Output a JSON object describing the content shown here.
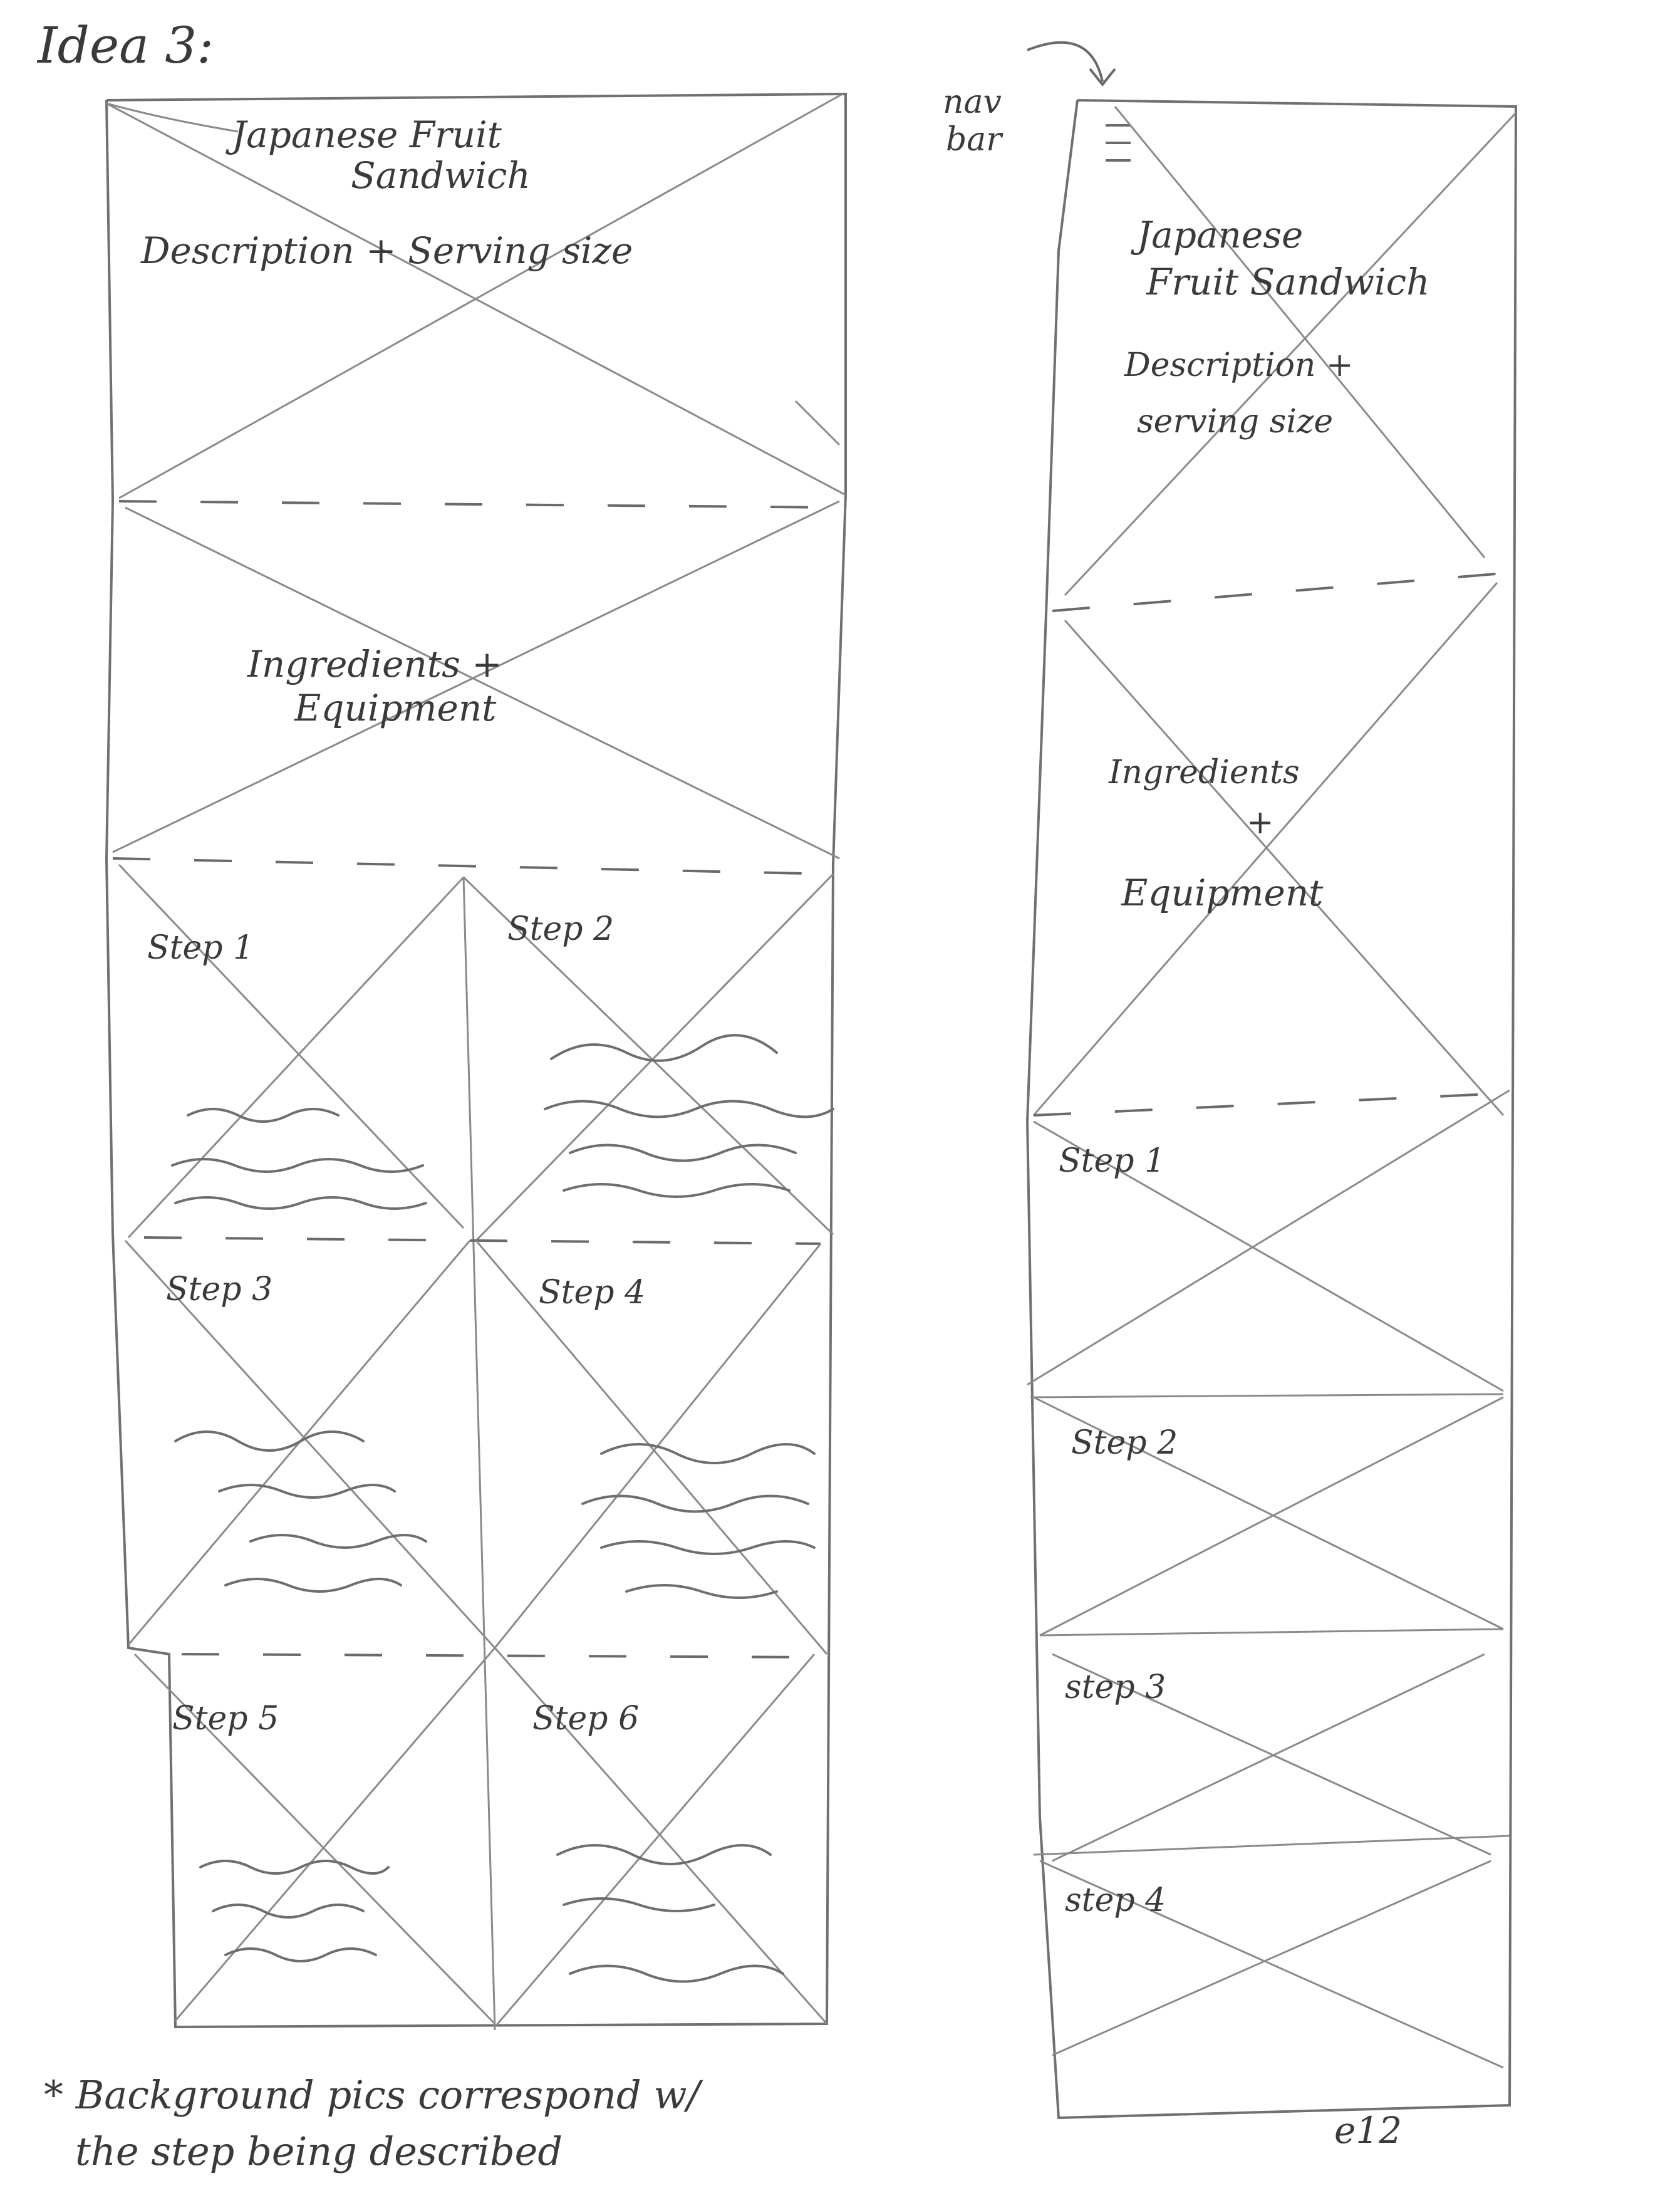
{
  "page_title": "Idea 3:",
  "desktop": {
    "header_title_line1": "Japanese Fruit",
    "header_title_line2": "Sandwich",
    "header_desc": "Description + Serving size",
    "ingredients_line1": "Ingredients +",
    "ingredients_line2": "Equipment",
    "steps": [
      "Step 1",
      "Step 2",
      "Step 3",
      "Step 4",
      "Step 5",
      "Step 6"
    ]
  },
  "mobile": {
    "nav_label_line1": "nav",
    "nav_label_line2": "bar",
    "title_line1": "Japanese",
    "title_line2": "Fruit Sandwich",
    "desc_line1": "Description +",
    "desc_line2": "serving size",
    "ingredients_line1": "Ingredients",
    "ingredients_line2": "+",
    "ingredients_line3": "Equipment",
    "steps": [
      "Step 1",
      "Step 2",
      "step 3",
      "step 4"
    ]
  },
  "footnote_line1": "* Background pics correspond w/",
  "footnote_line2": "the step being described",
  "signature": "e12"
}
